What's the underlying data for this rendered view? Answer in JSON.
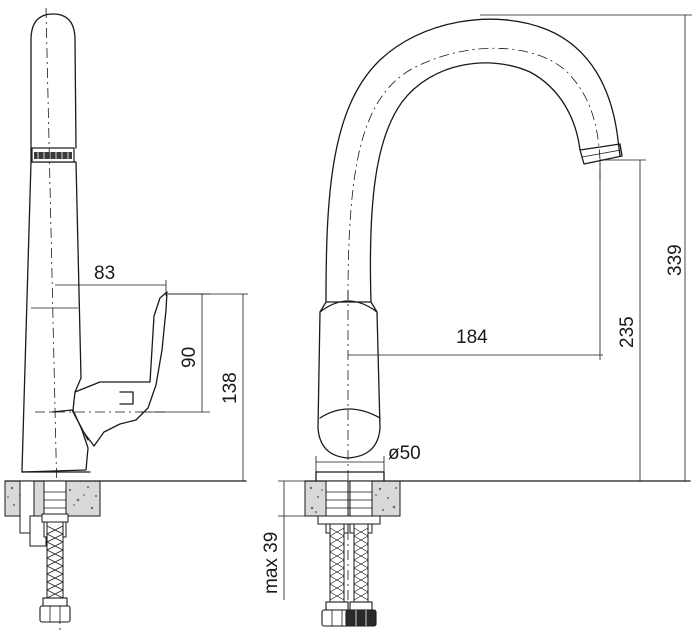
{
  "dimensions": {
    "handle_reach": "83",
    "handle_height": "90",
    "body_height": "138",
    "spout_reach": "184",
    "spout_clearance": "235",
    "total_height": "339",
    "base_diameter": "ø50",
    "max_deck_thickness": "max 39"
  },
  "colors": {
    "line": "#1a1a1a",
    "granite": "#d9d9d9",
    "background": "#ffffff"
  }
}
